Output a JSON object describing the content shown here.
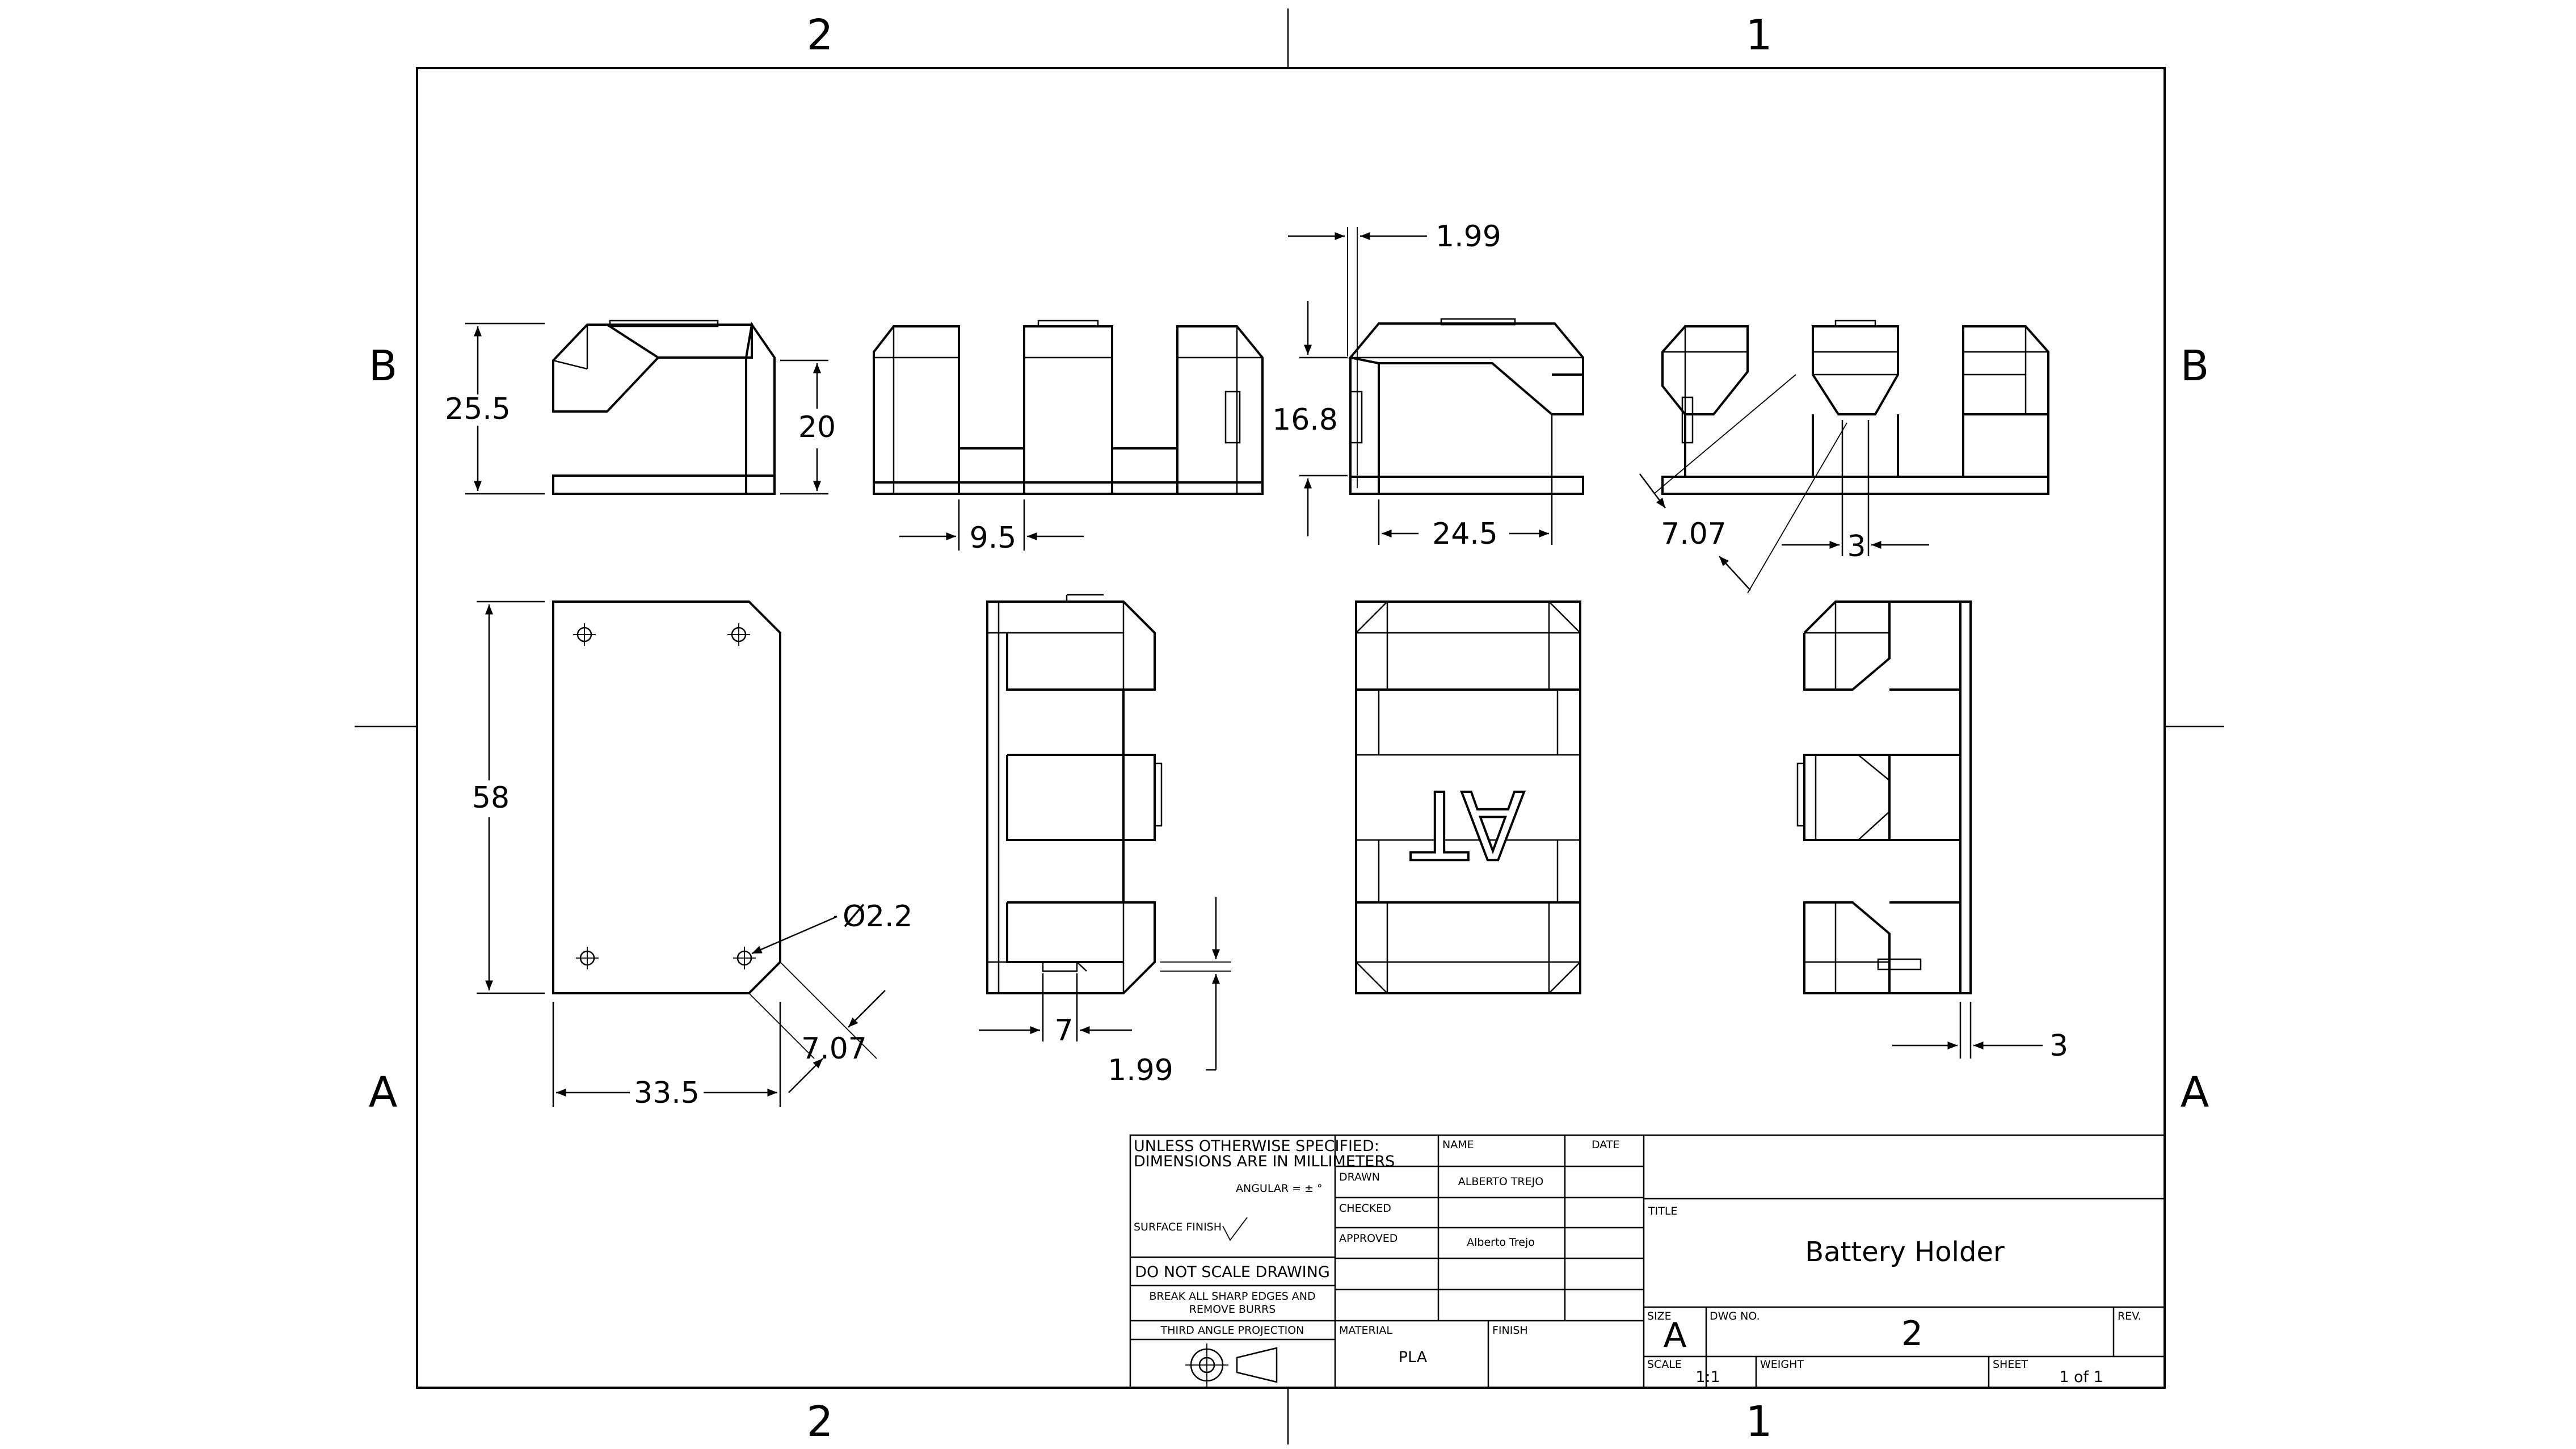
{
  "zones": {
    "col_left": "2",
    "col_right": "1",
    "row_top": "B",
    "row_bottom": "A"
  },
  "dimensions": {
    "front_height": "25.5",
    "front_inner_height": "20",
    "top_wall": "1.99",
    "side_height": "16.8",
    "slot_width": "9.5",
    "inner_width": "24.5",
    "chamfer_right": "7.07",
    "slot_gap": "3",
    "plate_length": "58",
    "hole_dia": "Ø2.2",
    "chamfer_plate": "7.07",
    "plate_width": "33.5",
    "tab_width": "7",
    "tab_thickness": "1.99",
    "back_thickness": "3"
  },
  "engraving": "AT",
  "title_block": {
    "unless_line1": "UNLESS OTHERWISE SPECIFIED:",
    "unless_line2": "DIMENSIONS ARE IN MILLIMETERS",
    "angular": "ANGULAR = ± °",
    "surface_finish": "SURFACE FINISH",
    "do_not_scale": "DO NOT SCALE DRAWING",
    "break_edges_1": "BREAK ALL SHARP EDGES AND",
    "break_edges_2": "REMOVE BURRS",
    "projection": "THIRD ANGLE PROJECTION",
    "name_header": "NAME",
    "date_header": "DATE",
    "drawn_label": "DRAWN",
    "drawn_name": "ALBERTO TREJO",
    "checked_label": "CHECKED",
    "approved_label": "APPROVED",
    "approved_name": "Alberto Trejo",
    "material_label": "MATERIAL",
    "material_value": "PLA",
    "finish_label": "FINISH",
    "title_label": "TITLE",
    "title_value": "Battery Holder",
    "size_label": "SIZE",
    "size_value": "A",
    "dwg_label": "DWG NO.",
    "dwg_value": "2",
    "rev_label": "REV.",
    "scale_label": "SCALE",
    "scale_value": "1:1",
    "weight_label": "WEIGHT",
    "sheet_label": "SHEET",
    "sheet_value": "1 of 1"
  }
}
